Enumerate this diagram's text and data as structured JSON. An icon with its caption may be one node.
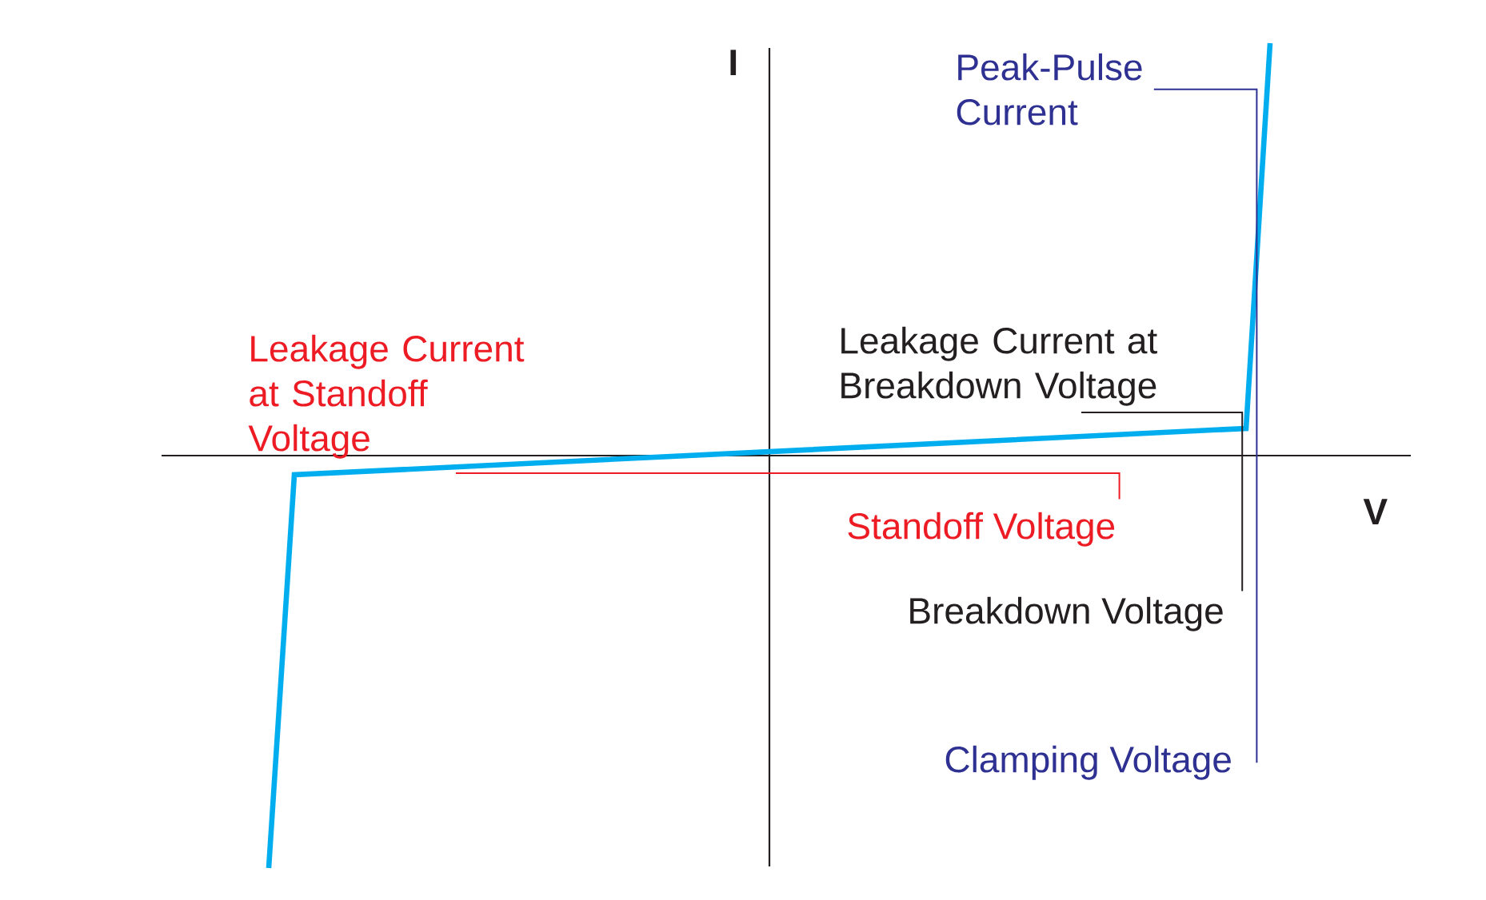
{
  "diagram": {
    "nodes": [
      {
        "text": [
          "Peak-Pulse Current"
        ]
      },
      {
        "text": [
          "Leakage Current at Standoff Voltage"
        ]
      },
      {
        "text": [
          "Leakage Current at Breakdown Voltage"
        ]
      },
      {
        "text": [
          "Standoff Voltage"
        ]
      },
      {
        "text": [
          "Breakdown Voltage"
        ]
      },
      {
        "text": [
          "Clamping Voltage"
        ]
      }
    ],
    "edges": [
      {
        "from": 0,
        "to": 5,
        "arrow": "none",
        "color": "#2e3192"
      },
      {
        "from": 1,
        "to": 3,
        "arrow": "none",
        "color": "#ed1c24"
      },
      {
        "from": 2,
        "to": 4,
        "arrow": "none",
        "color": "#231f20"
      }
    ],
    "labels": [
      "I",
      "V"
    ]
  }
}
